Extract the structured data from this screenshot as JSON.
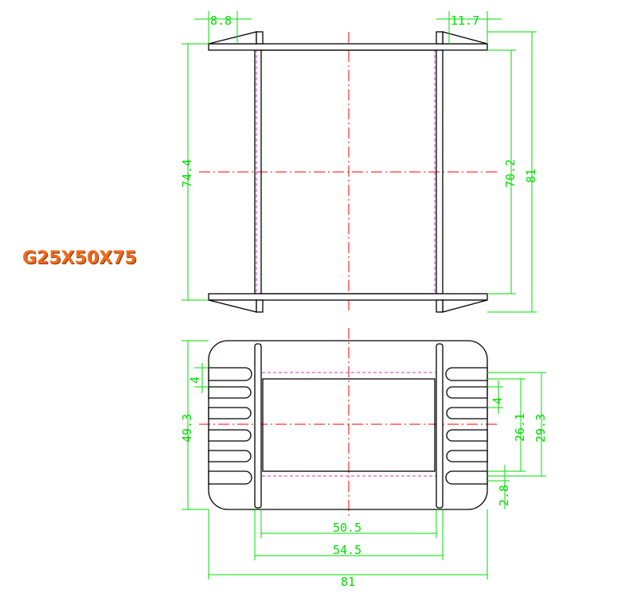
{
  "model": "G25X50X75",
  "top_view": {
    "dims": {
      "d1": "8.8",
      "d2": "11.7",
      "d3": "74.4",
      "d4": "70.2",
      "d5": "81"
    }
  },
  "front_view": {
    "dims": {
      "d1": "4",
      "d2": "49.3",
      "d3": "4",
      "d4": "26.1",
      "d5": "29.3",
      "d6": "2.8",
      "d7": "50.5",
      "d8": "54.5",
      "d9": "81"
    }
  },
  "colors": {
    "dimension": "#00dd00",
    "centerline": "#ff0000",
    "hidden": "#cc33cc",
    "outline": "#000000",
    "label": "#f26a1b"
  }
}
